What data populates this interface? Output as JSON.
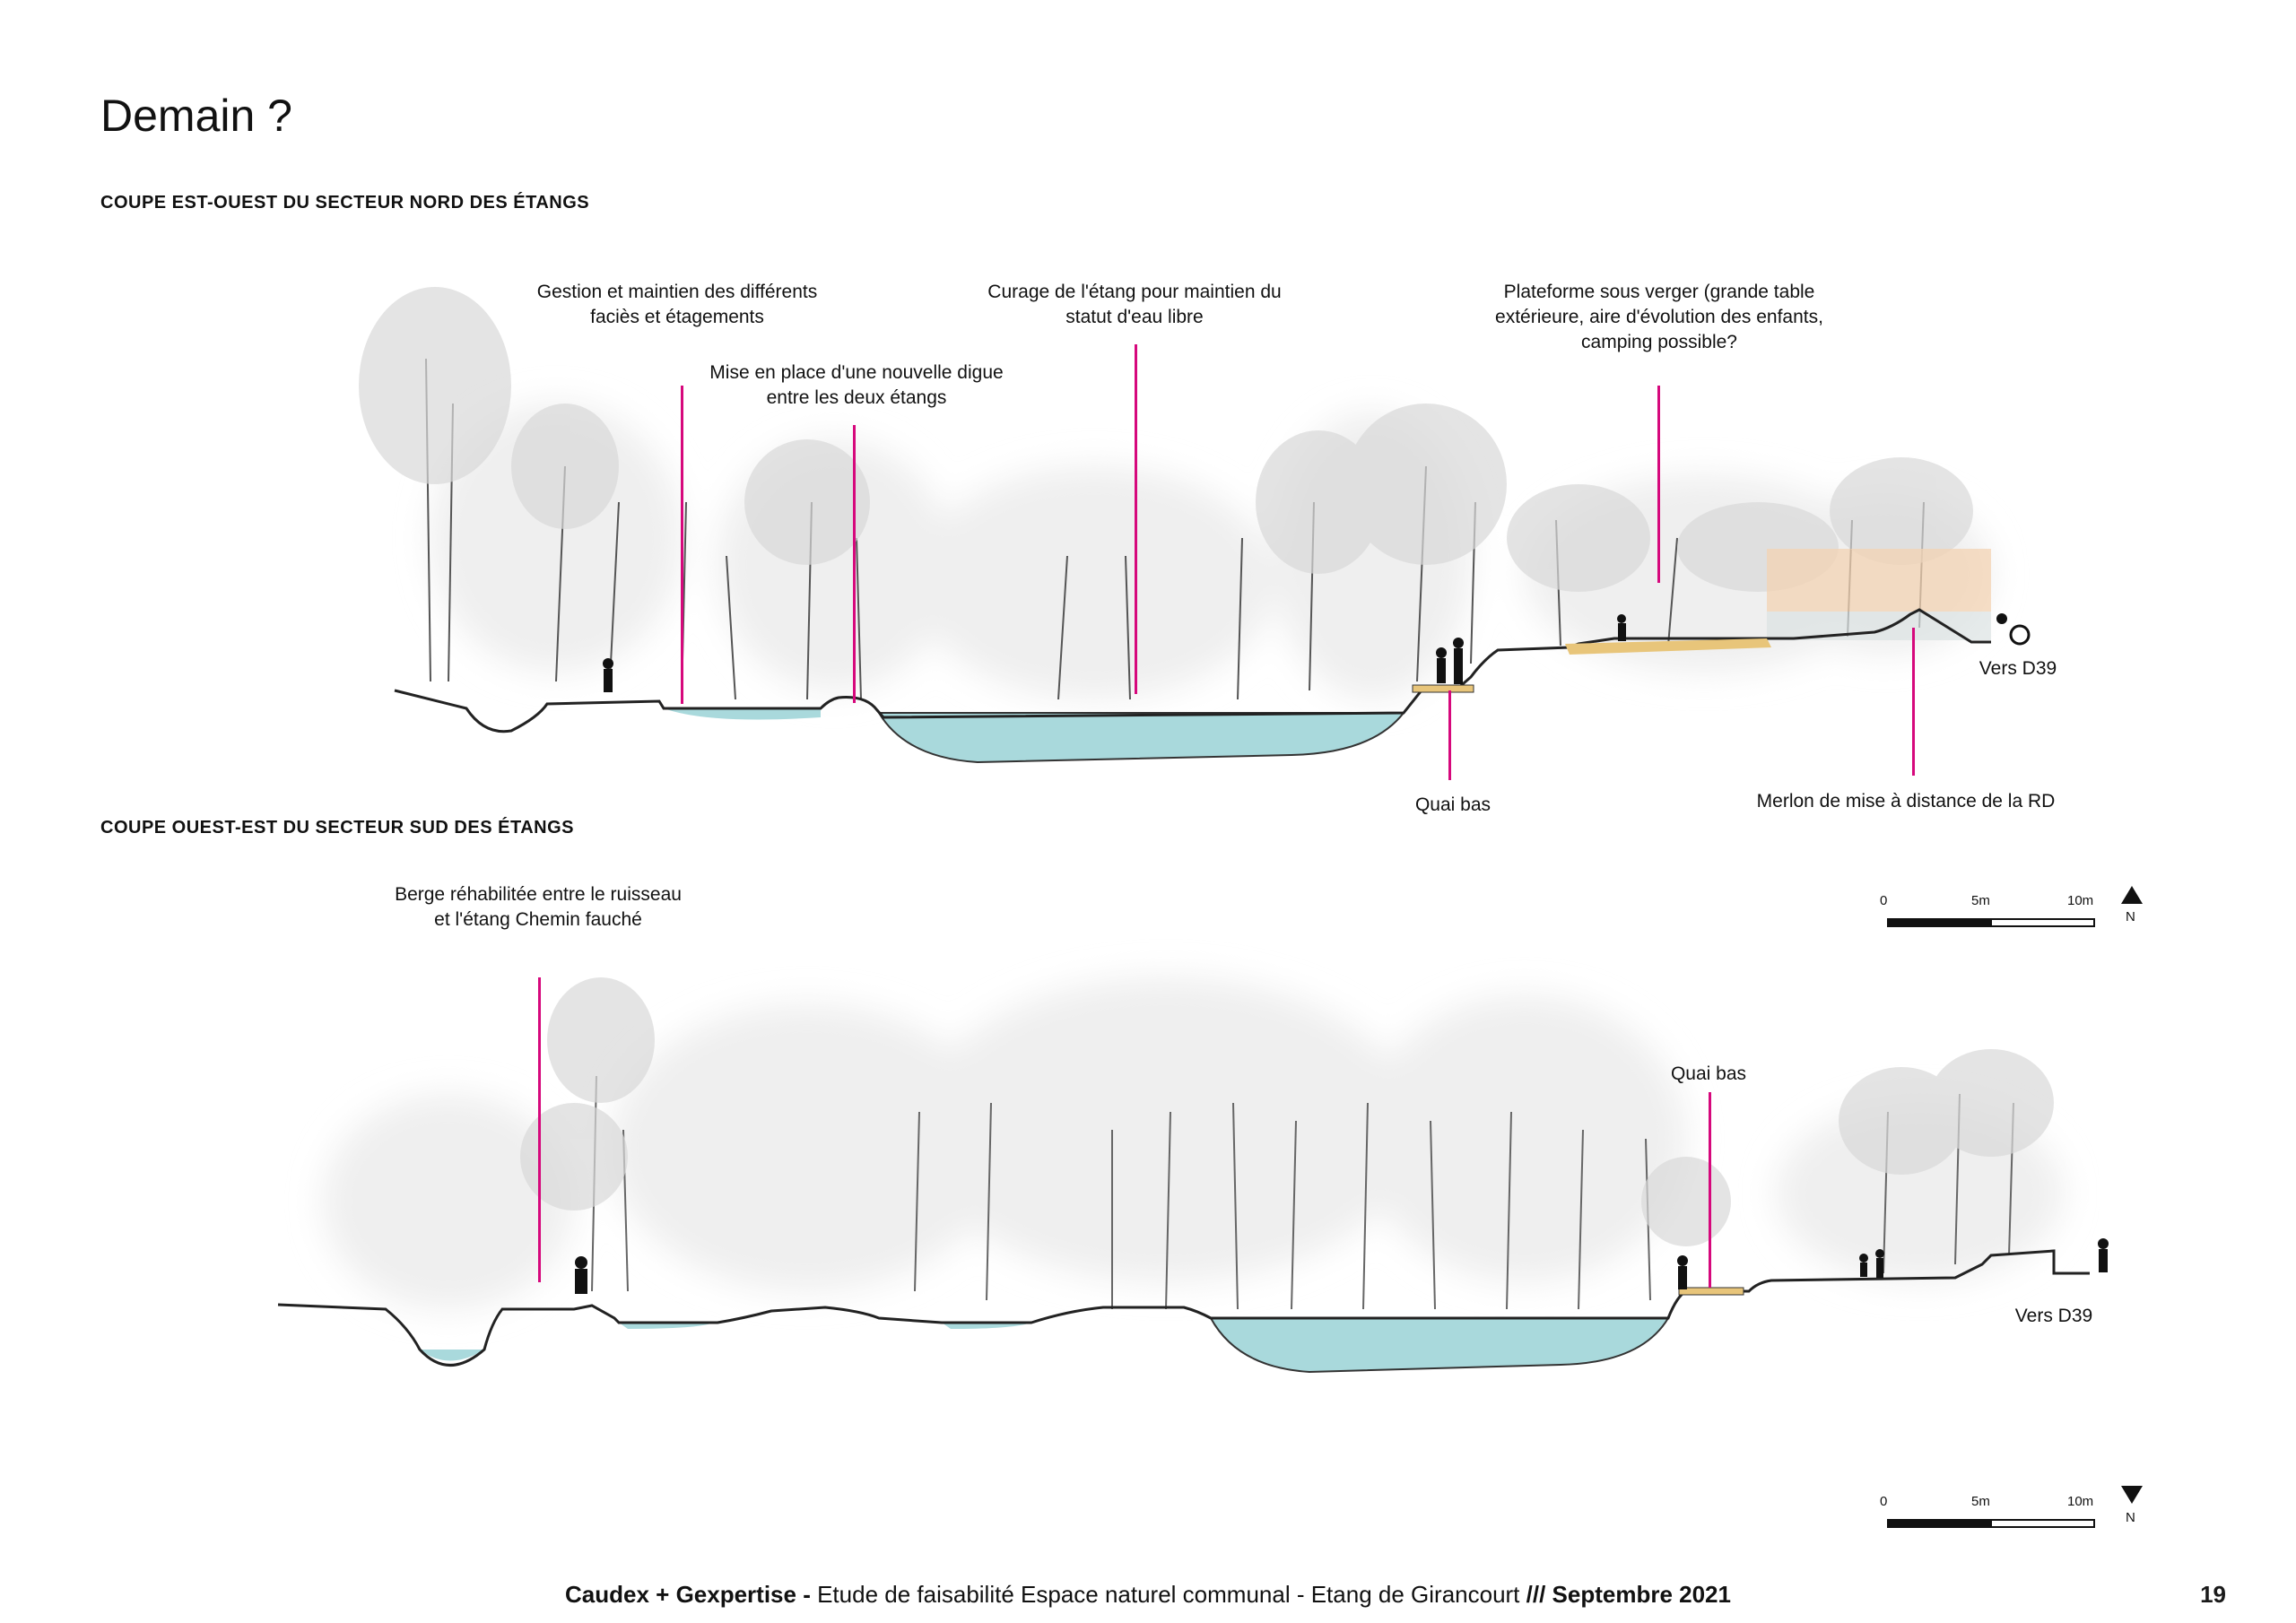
{
  "page": {
    "title": "Demain ?",
    "page_number": "19"
  },
  "section_north": {
    "title": "COUPE EST-OUEST DU SECTEUR NORD DES ÉTANGS",
    "annotations": [
      "Gestion et maintien des différents faciès et étagements",
      "Mise en place d'une nouvelle digue entre les deux étangs",
      "Curage de l'étang pour maintien du statut d'eau libre",
      "Plateforme sous verger (grande table extérieure, aire d'évolution des enfants, camping possible?",
      "Quai bas",
      "Merlon de mise à distance de la RD",
      "Vers D39"
    ]
  },
  "section_south": {
    "title": "COUPE OUEST-EST DU SECTEUR SUD DES ÉTANGS",
    "annotations": [
      "Berge réhabilitée entre le ruisseau et l'étang Chemin fauché",
      "Quai bas",
      "Vers D39"
    ]
  },
  "scale": {
    "labels": [
      "0",
      "5m",
      "10m"
    ],
    "north_label": "N"
  },
  "footer": {
    "authors": "Caudex + Gexpertise -",
    "description": " Etude de faisabilité Espace naturel communal - Etang de Girancourt ",
    "date": "/// Septembre 2021"
  },
  "colors": {
    "leader_line": "#d6087c",
    "water": "#a9d9dc",
    "platform": "#e8c57a",
    "orchard_overlay": "#f3d3b3",
    "haze": "#eeeeee"
  }
}
